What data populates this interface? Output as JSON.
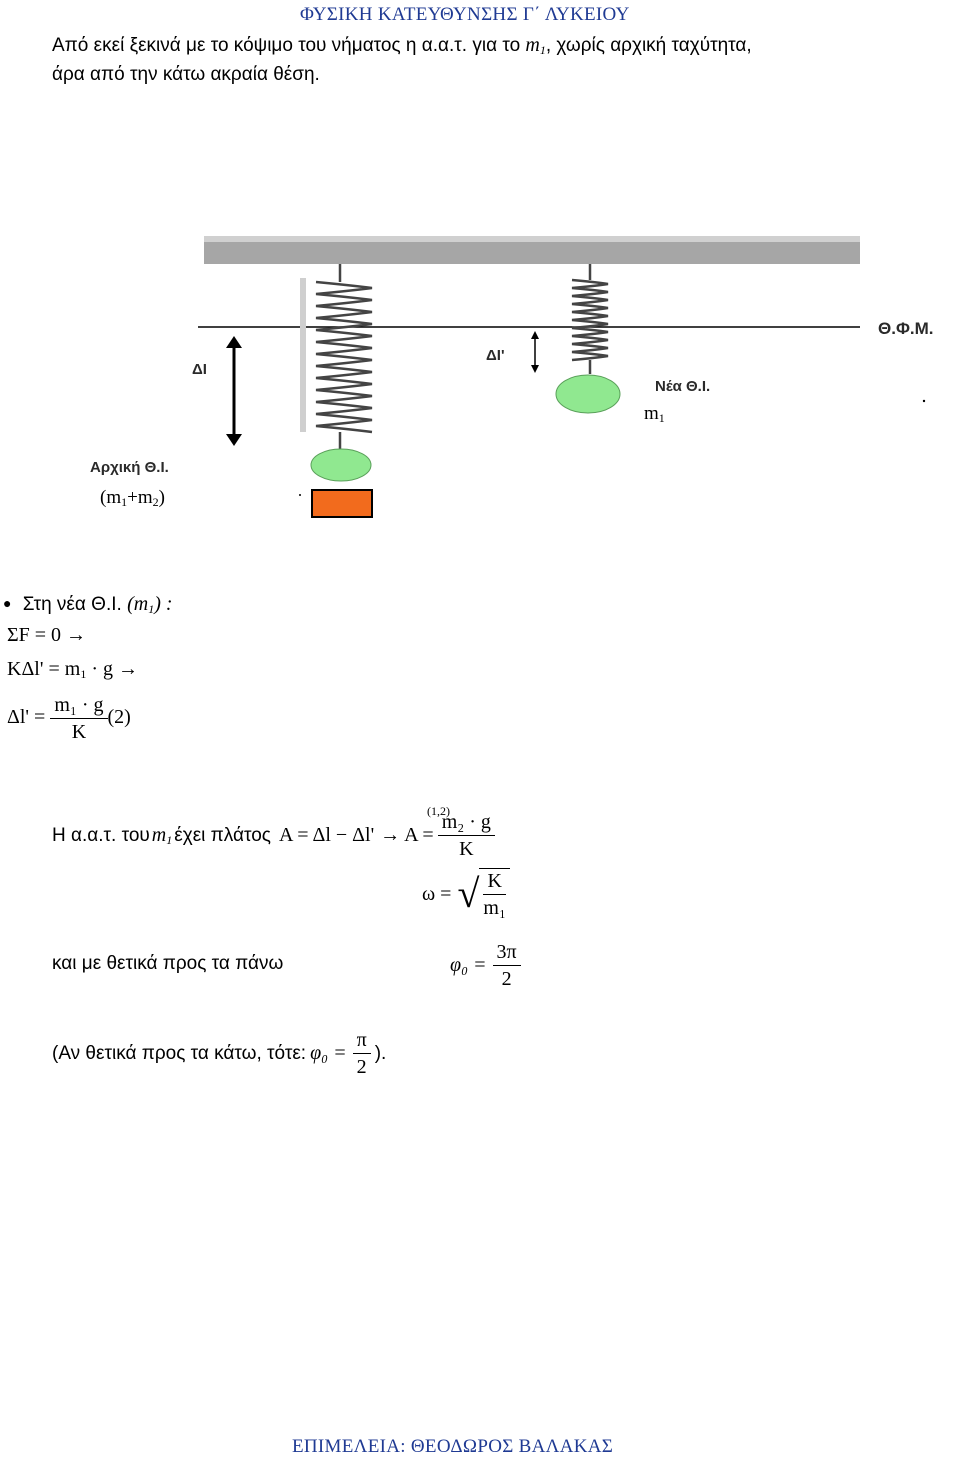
{
  "header": {
    "title": "ΦΥΣΙΚΗ ΚΑΤΕΥΘΥΝΣΗΣ Γ΄ ΛΥΚΕΙΟΥ"
  },
  "intro": {
    "line1_a": "Από εκεί ξεκινά με το κόψιμο του νήματος η α.α.τ. για το ",
    "line1_m": "m",
    "line1_sub": "1",
    "line1_b": ", χωρίς αρχική ταχύτητα,",
    "line2": "άρα από την κάτω ακραία θέση."
  },
  "figure": {
    "label_dl": "ΔΙ",
    "label_dl_prime": "ΔΙ'",
    "label_natural_length": "Θ.Φ.Μ.",
    "label_new_eq": "Νέα Θ.Ι.",
    "label_initial_eq": "Αρχική Θ.Ι.",
    "label_m1": "m",
    "label_m1_sub": "1",
    "label_m1m2": "(m",
    "label_m1m2_sub1": "1",
    "label_m1m2_mid": "+m",
    "label_m1m2_sub2": "2",
    "label_m1m2_end": ")",
    "colors": {
      "ceiling": "#9e9e9e",
      "ball": "#90e890",
      "block": "#f26b1d",
      "spring": "#444444"
    }
  },
  "derivation": {
    "bullet_text": "Στη νέα Θ.Ι. ",
    "bullet_math": "(m",
    "bullet_math_sub": "1",
    "bullet_math_end": ") :",
    "eq1": "ΣF = 0 →",
    "eq2_a": "ΚΔl' = m",
    "eq2_sub": "1",
    "eq2_b": " · g →",
    "eq3_lhs": "Δl' =",
    "eq3_num": "m₁ · g",
    "eq3_den": "K",
    "eq3_tag": "(2)"
  },
  "amplitude": {
    "text_a": "Η α.α.τ. του ",
    "text_m": "m",
    "text_sub": "1",
    "text_b": " έχει πλάτος ",
    "eq": "Α = Δl − Δl' ",
    "ref": "(1,2)",
    "arrow_eq": "→ Α =",
    "num": "m₂ · g",
    "den": "K"
  },
  "omega": {
    "lhs": "ω =",
    "num": "K",
    "den": "m₁"
  },
  "phase": {
    "text": "και με θετικά προς τα πάνω",
    "lhs": "φ₀ =",
    "num": "3π",
    "den": "2"
  },
  "alt": {
    "text_a": "(Αν θετικά προς τα κάτω, τότε: ",
    "lhs": "φ₀ =",
    "num": "π",
    "den": "2",
    "text_b": ")."
  },
  "footer": {
    "text": "ΕΠΙΜΕΛΕΙΑ: ΘΕΟΔΩΡΟΣ ΒΑΛΑΚΑΣ"
  }
}
